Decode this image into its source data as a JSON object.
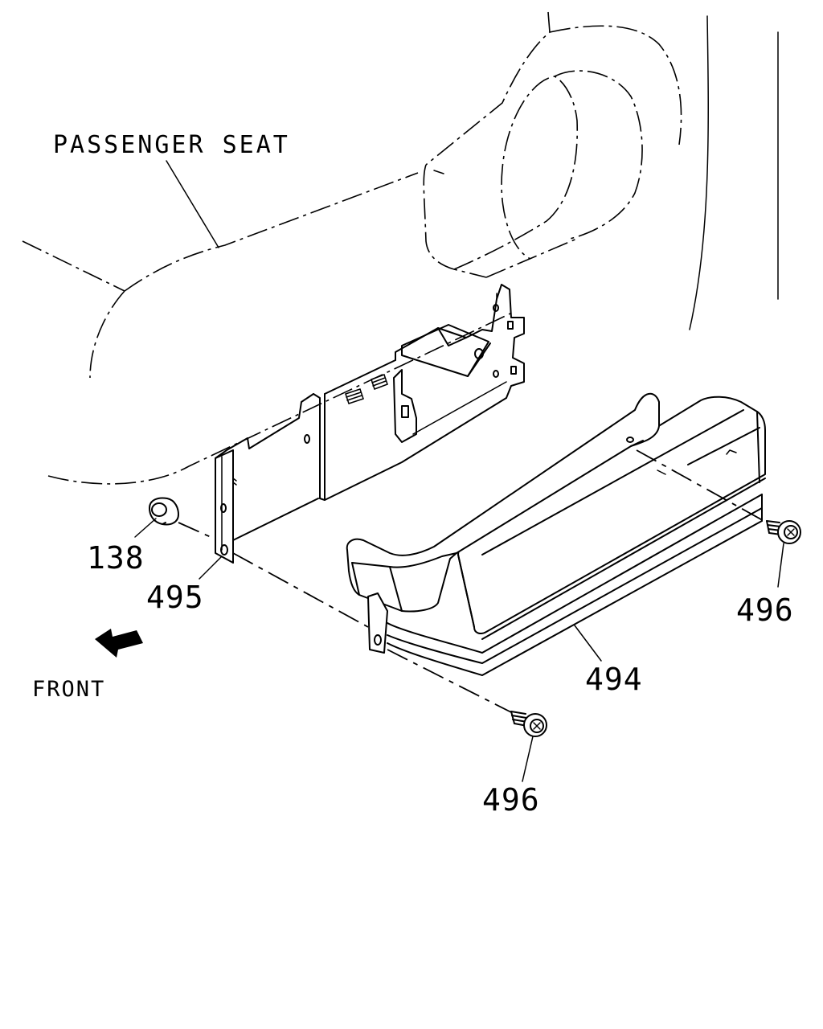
{
  "labels": {
    "passenger_seat": "PASSENGER SEAT",
    "front": "FRONT",
    "part_138": "138",
    "part_495": "495",
    "part_494": "494",
    "part_496_right": "496",
    "part_496_bottom": "496"
  },
  "colors": {
    "line": "#000000",
    "background": "#ffffff"
  },
  "icons": {
    "front_arrow": "arrow-down-left-icon"
  }
}
